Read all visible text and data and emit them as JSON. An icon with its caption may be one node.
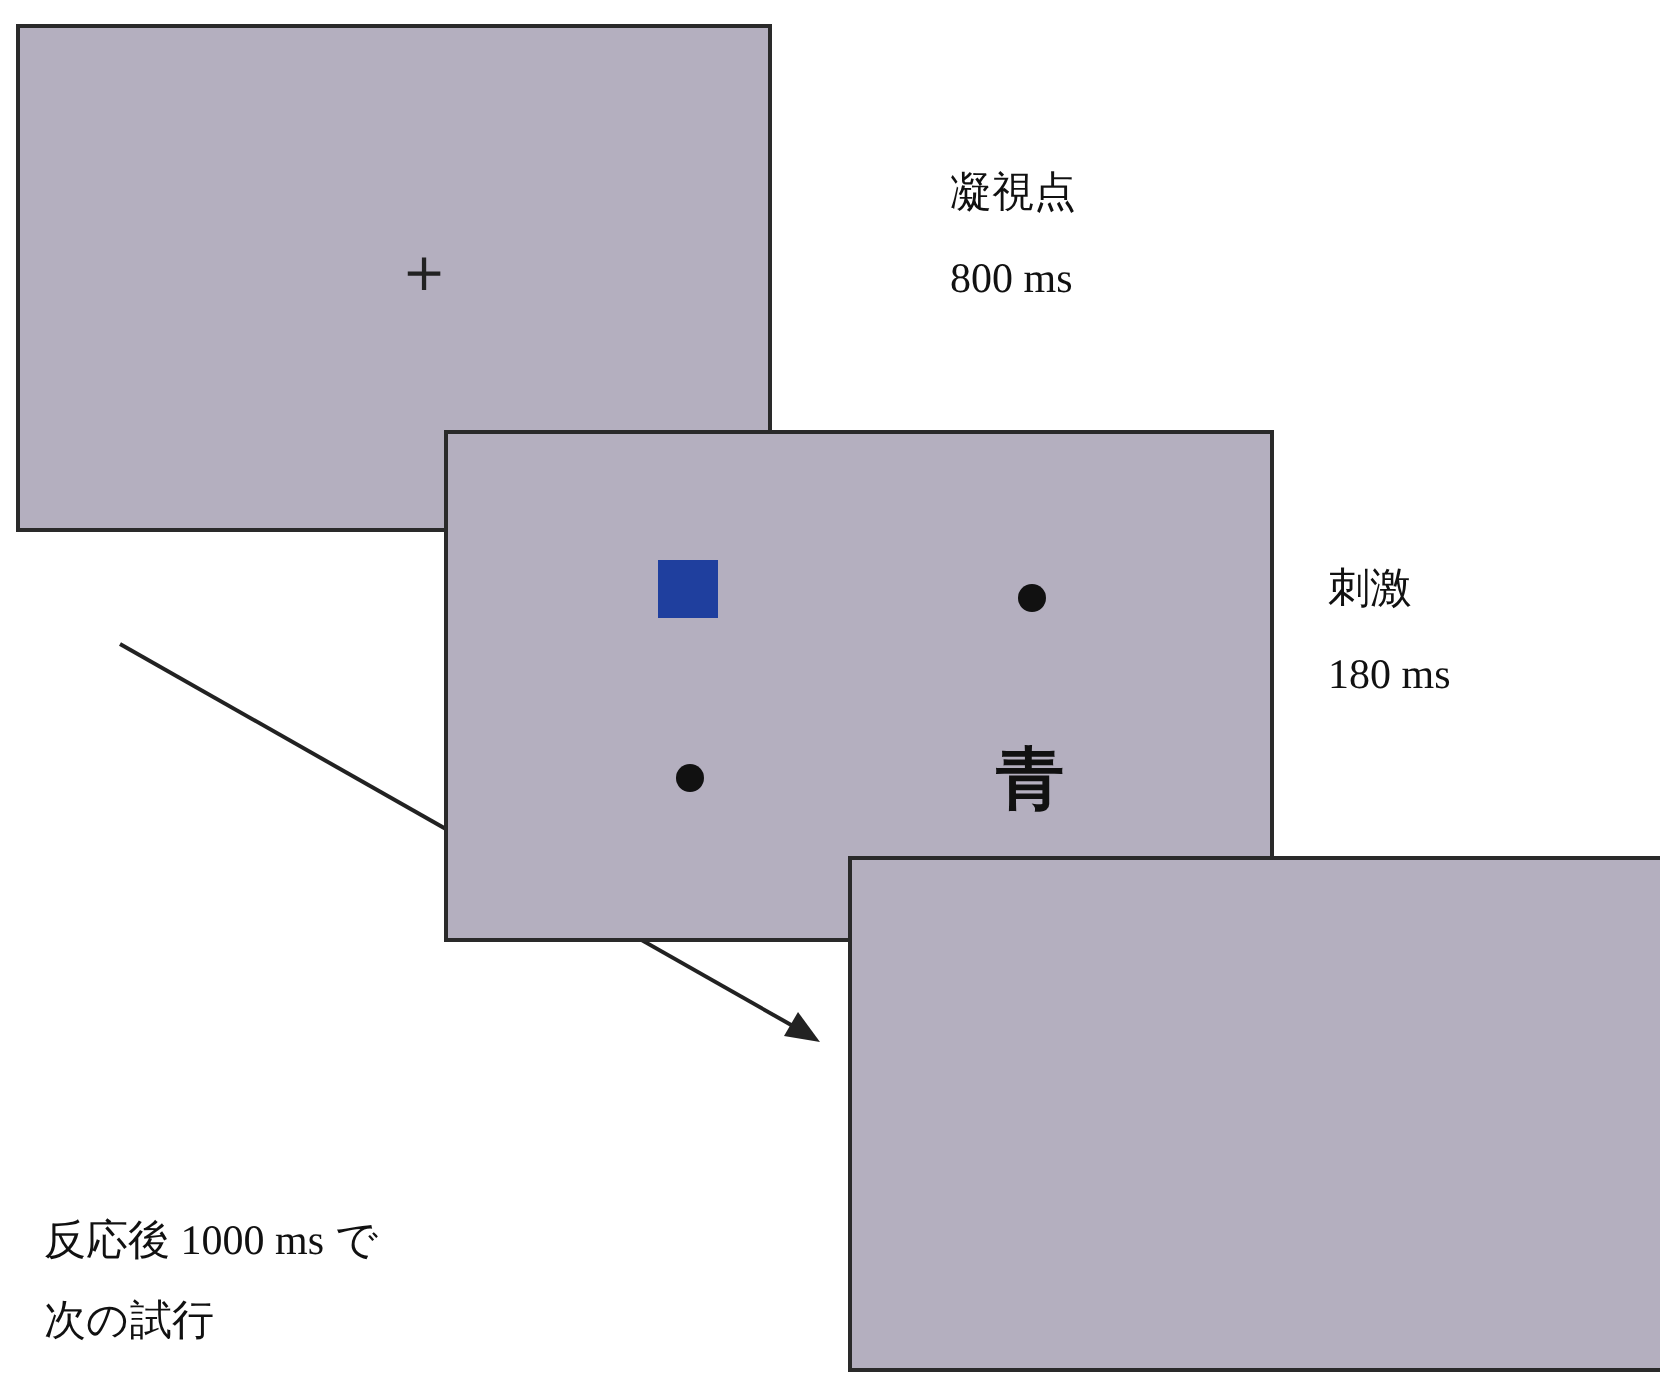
{
  "diagram": {
    "nodes": [
      {
        "text": [
          "+"
        ],
        "beside": [
          "凝視点",
          "800 ms"
        ]
      },
      {
        "text": [
          "青"
        ],
        "beside": [
          "刺激",
          "180 ms"
        ]
      },
      {
        "text": [],
        "shape": "box"
      }
    ],
    "labels": [
      "反応後 1000 ms で次の試行"
    ]
  }
}
